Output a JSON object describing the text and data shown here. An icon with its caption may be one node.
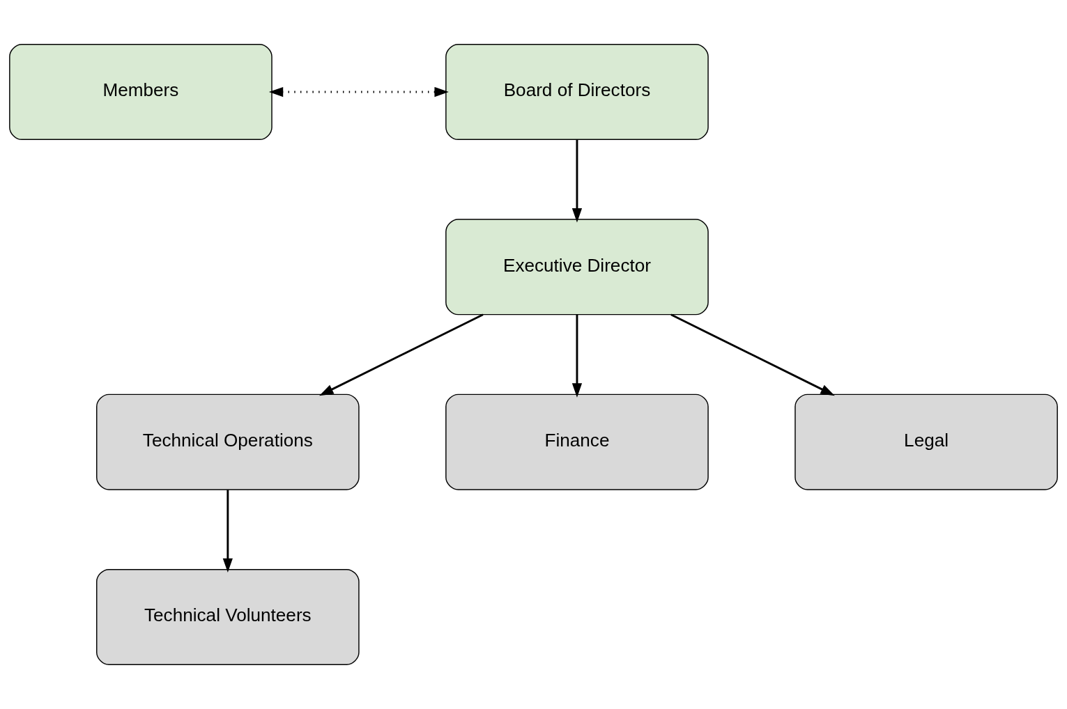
{
  "diagram": {
    "nodes": [
      {
        "text": [
          "Members"
        ]
      },
      {
        "text": [
          "Board of Directors"
        ]
      },
      {
        "text": [
          "Executive Director"
        ]
      },
      {
        "text": [
          "Technical Operations"
        ]
      },
      {
        "text": [
          "Finance"
        ]
      },
      {
        "text": [
          "Legal"
        ]
      },
      {
        "text": [
          "Technical Volunteers"
        ]
      }
    ],
    "edges": [
      {
        "from": 0,
        "to": 1,
        "arrow": "both",
        "style": "dashed"
      },
      {
        "from": 1,
        "to": 2,
        "arrow": "to"
      },
      {
        "from": 2,
        "to": 3,
        "arrow": "to"
      },
      {
        "from": 2,
        "to": 4,
        "arrow": "to"
      },
      {
        "from": 2,
        "to": 5,
        "arrow": "to"
      },
      {
        "from": 3,
        "to": 6,
        "arrow": "to"
      }
    ]
  }
}
